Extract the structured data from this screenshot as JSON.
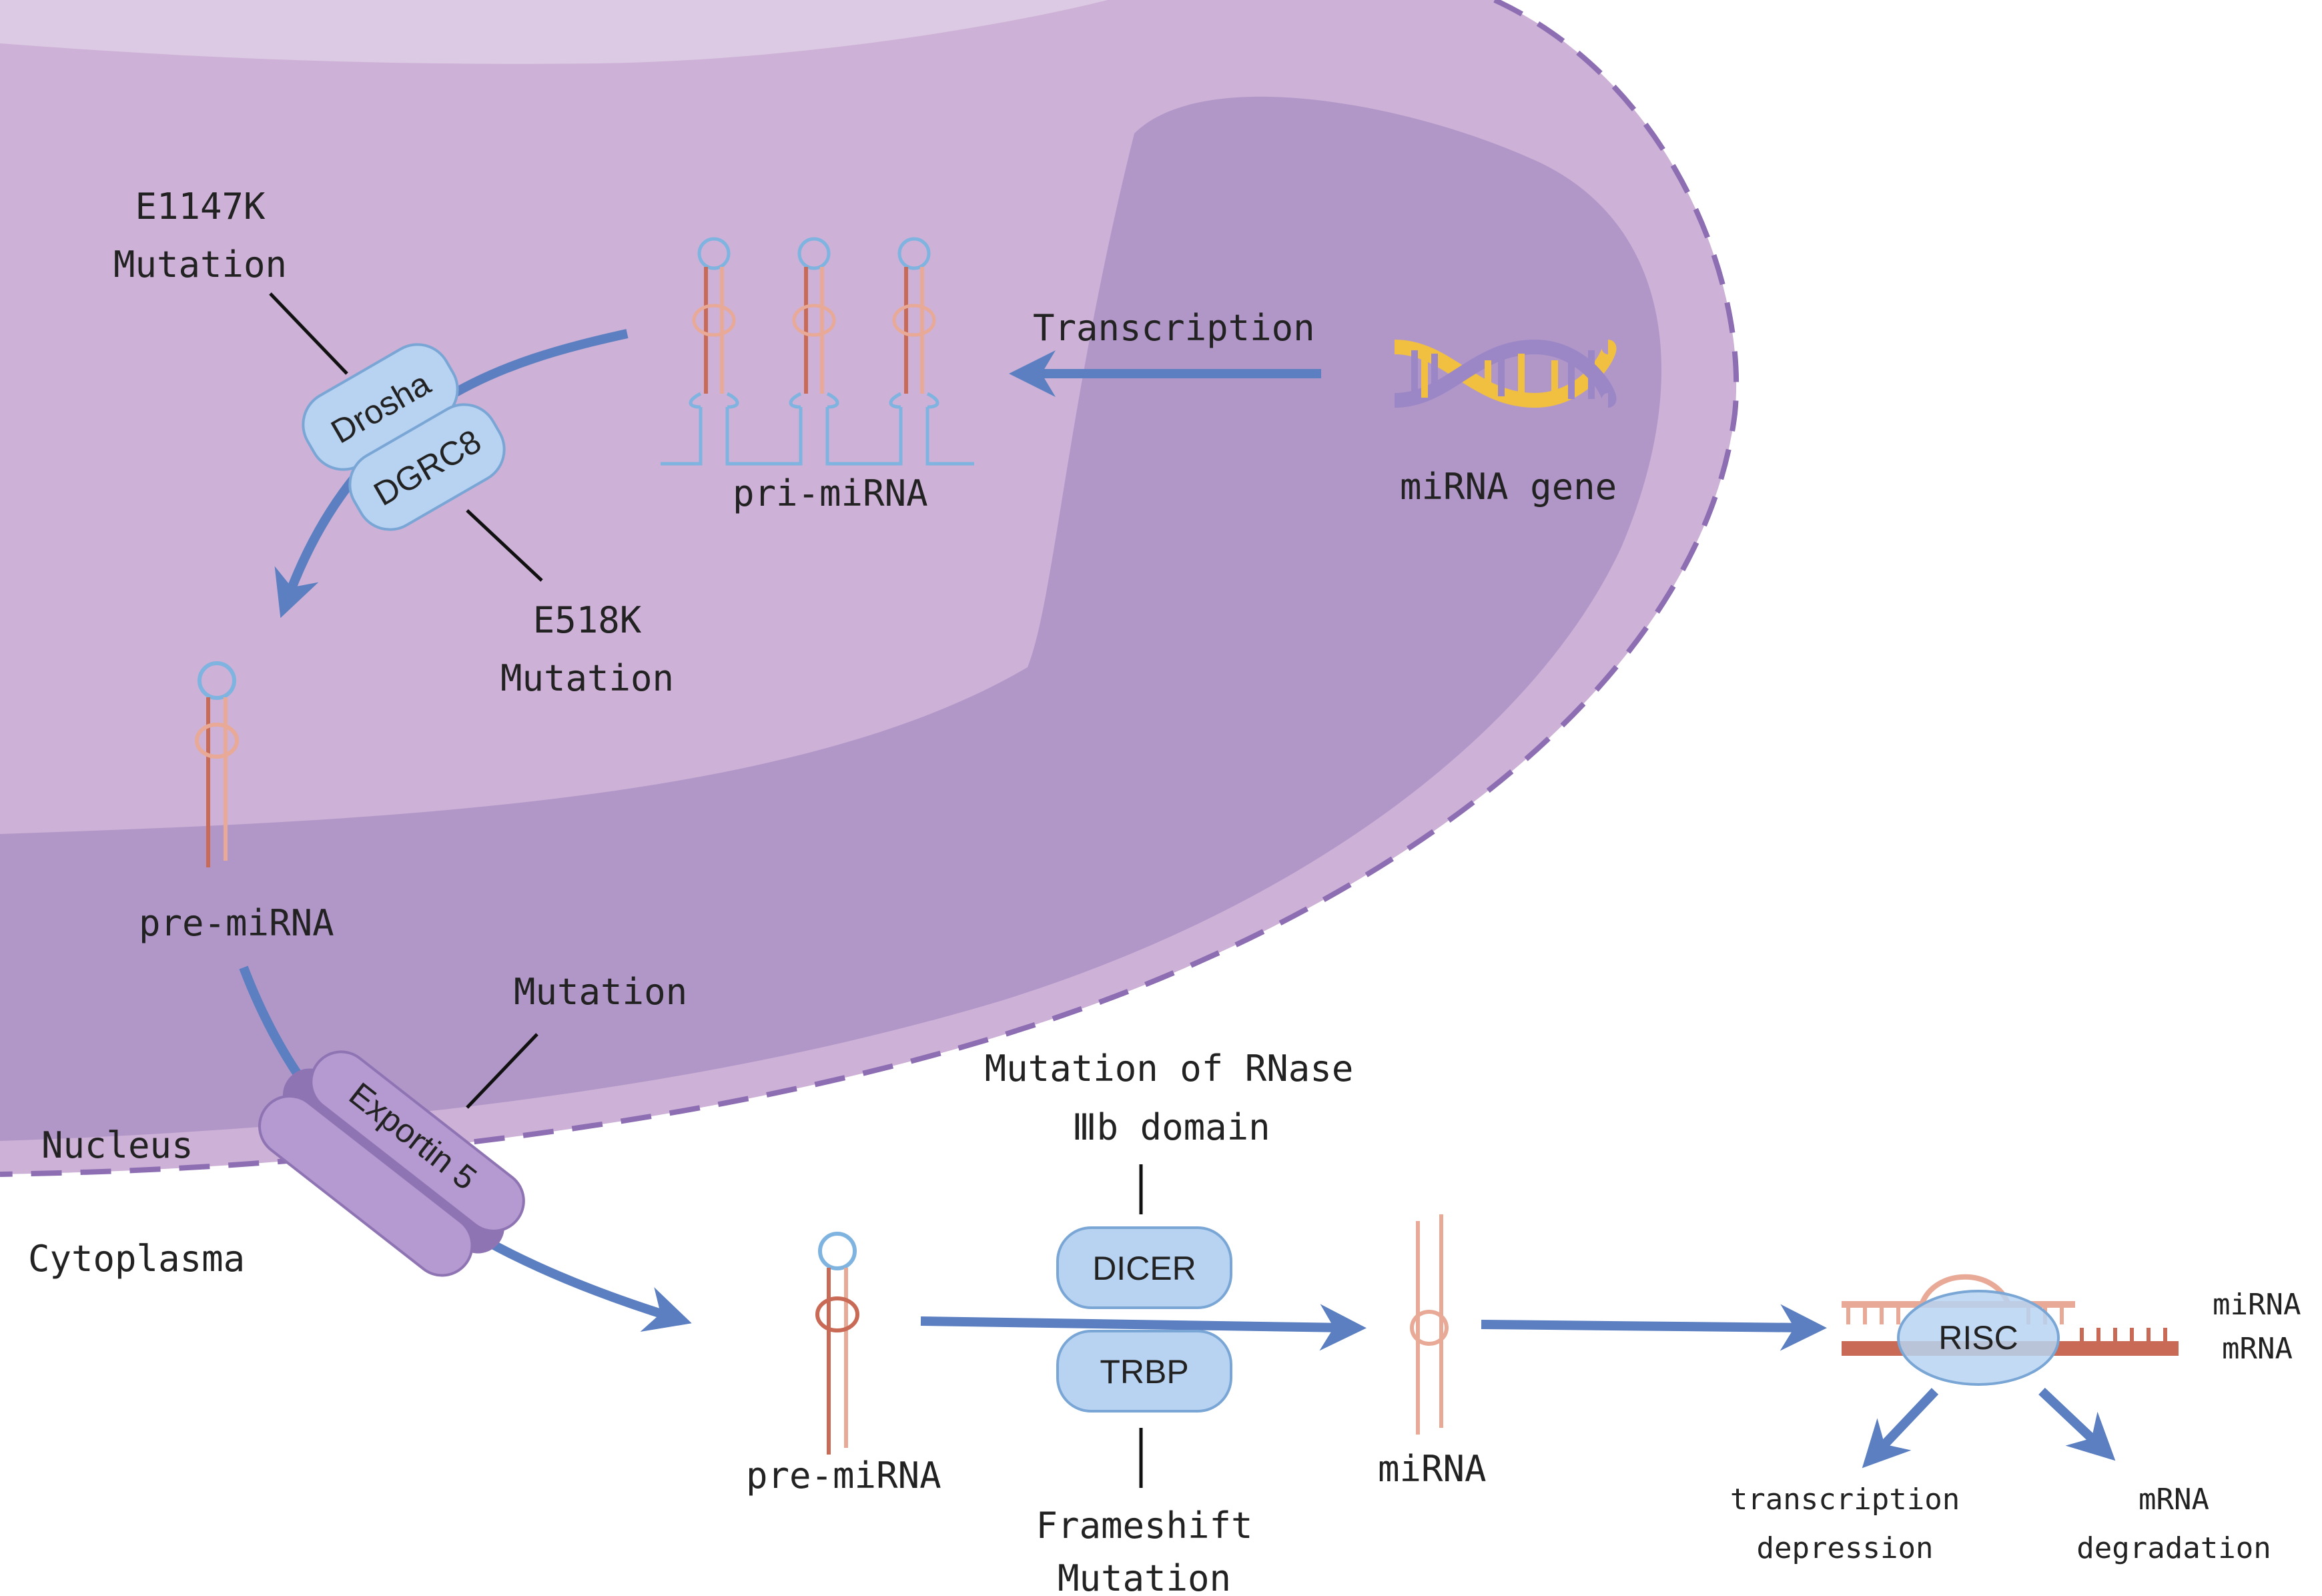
{
  "colors": {
    "outer_cytoplasm": "#ffffff",
    "nuclear_envelope": "#cdb1d6",
    "nucleus_inner": "#b197c8",
    "nucleus_light": "#ceb3d8",
    "membrane_dash": "#8e6eb3",
    "arrow": "#5b7fc1",
    "protein_fill": "#b7d3f1",
    "protein_stroke": "#7aa6d6",
    "rna_red": "#c86a55",
    "rna_pink": "#e8a997",
    "rna_blue": "#7fb3e0",
    "dna_yellow": "#f1c040",
    "dna_purple": "#9b86c6",
    "exportin": "#9a7dbd",
    "text": "#222222"
  },
  "labels": {
    "transcription": "Transcription",
    "mirna_gene": "miRNA gene",
    "pri_mirna": "pri-miRNA",
    "e1147k_line1": "E1147K",
    "e1147k_line2": "Mutation",
    "e518k_line1": "E518K",
    "e518k_line2": "Mutation",
    "pre_mirna_nucleus": "pre-miRNA",
    "exportin_mutation": "Mutation",
    "nucleus": "Nucleus",
    "cytoplasma": "Cytoplasma",
    "pre_mirna_cyto": "pre-miRNA",
    "rnase_line1": "Mutation of RNase",
    "rnase_line2": "Ⅲb domain",
    "frameshift_line1": "Frameshift",
    "frameshift_line2": "Mutation",
    "mirna": "miRNA",
    "mirna_legend": "miRNA",
    "mrna_legend": "mRNA",
    "transcription_depression_line1": "transcription",
    "transcription_depression_line2": "depression",
    "mrna_degradation_line1": "mRNA",
    "mrna_degradation_line2": "degradation"
  },
  "proteins": {
    "drosha": "Drosha",
    "dgrc8": "DGRC8",
    "exportin": "Exportin 5",
    "dicer": "DICER",
    "trbp": "TRBP",
    "risc": "RISC"
  }
}
